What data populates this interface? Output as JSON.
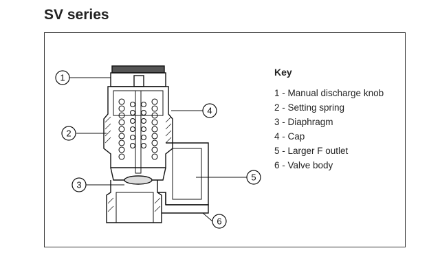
{
  "title": "SV series",
  "key": {
    "heading": "Key",
    "items": [
      "1 - Manual discharge knob",
      "2 - Setting spring",
      "3 - Diaphragm",
      "4 - Cap",
      "5 - Larger F outlet",
      "6 - Valve body"
    ]
  },
  "callouts": [
    "1",
    "2",
    "3",
    "4",
    "5",
    "6"
  ]
}
